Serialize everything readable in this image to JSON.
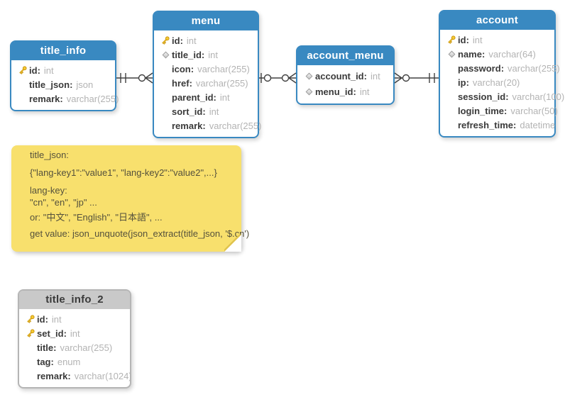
{
  "diagram": {
    "title": "menu / account ER diagram",
    "colors": {
      "accent_blue": "#3989c1",
      "gray_header": "#c9c9c9",
      "note_yellow": "#f8e06d",
      "line_color": "#404040",
      "field_name_color": "#3a3a3a",
      "field_type_color": "#b3b3b3"
    }
  },
  "tables": [
    {
      "name": "title_info",
      "header_style": "blue",
      "fields": [
        {
          "name": "id",
          "type": "int",
          "icon": "key-icon"
        },
        {
          "name": "title_json",
          "type": "json",
          "icon": "none"
        },
        {
          "name": "remark",
          "type": "varchar(255)",
          "icon": "none"
        }
      ]
    },
    {
      "name": "menu",
      "header_style": "blue",
      "fields": [
        {
          "name": "id",
          "type": "int",
          "icon": "key-icon"
        },
        {
          "name": "title_id",
          "type": "int",
          "icon": "diamond-icon"
        },
        {
          "name": "icon",
          "type": "varchar(255)",
          "icon": "none"
        },
        {
          "name": "href",
          "type": "varchar(255)",
          "icon": "none"
        },
        {
          "name": "parent_id",
          "type": "int",
          "icon": "none"
        },
        {
          "name": "sort_id",
          "type": "int",
          "icon": "none"
        },
        {
          "name": "remark",
          "type": "varchar(255)",
          "icon": "none"
        }
      ]
    },
    {
      "name": "account_menu",
      "header_style": "blue",
      "fields": [
        {
          "name": "account_id",
          "type": "int",
          "icon": "diamond-icon"
        },
        {
          "name": "menu_id",
          "type": "int",
          "icon": "diamond-icon"
        }
      ]
    },
    {
      "name": "account",
      "header_style": "blue",
      "fields": [
        {
          "name": "id",
          "type": "int",
          "icon": "key-icon"
        },
        {
          "name": "name",
          "type": "varchar(64)",
          "icon": "diamond-icon"
        },
        {
          "name": "password",
          "type": "varchar(255)",
          "icon": "none"
        },
        {
          "name": "ip",
          "type": "varchar(20)",
          "icon": "none"
        },
        {
          "name": "session_id",
          "type": "varchar(100)",
          "icon": "none"
        },
        {
          "name": "login_time",
          "type": "varchar(50)",
          "icon": "none"
        },
        {
          "name": "refresh_time",
          "type": "datetime",
          "icon": "none"
        }
      ]
    },
    {
      "name": "title_info_2",
      "header_style": "gray",
      "fields": [
        {
          "name": "id",
          "type": "int",
          "icon": "key-icon"
        },
        {
          "name": "set_id",
          "type": "int",
          "icon": "key-icon"
        },
        {
          "name": "title",
          "type": "varchar(255)",
          "icon": "none"
        },
        {
          "name": "tag",
          "type": "enum",
          "icon": "none"
        },
        {
          "name": "remark",
          "type": "varchar(1024)",
          "icon": "none"
        }
      ]
    }
  ],
  "relationships": [
    {
      "from": "title_info",
      "to": "menu",
      "from_cardinality": "one",
      "to_cardinality": "zero-or-many"
    },
    {
      "from": "menu",
      "to": "account_menu",
      "from_cardinality": "zero-or-one",
      "to_cardinality": "zero-or-many"
    },
    {
      "from": "account_menu",
      "to": "account",
      "from_cardinality": "zero-or-many",
      "to_cardinality": "one"
    }
  ],
  "note": {
    "lines": [
      "title_json:",
      "{\"lang-key1\":\"value1\", \"lang-key2\":\"value2\",...}",
      "lang-key:",
      "\"cn\", \"en\", \"jp\" ...",
      "or: \"中文\", \"English\", \"日本語\", ...",
      "get value: json_unquote(json_extract(title_json, '$.cn')"
    ]
  }
}
